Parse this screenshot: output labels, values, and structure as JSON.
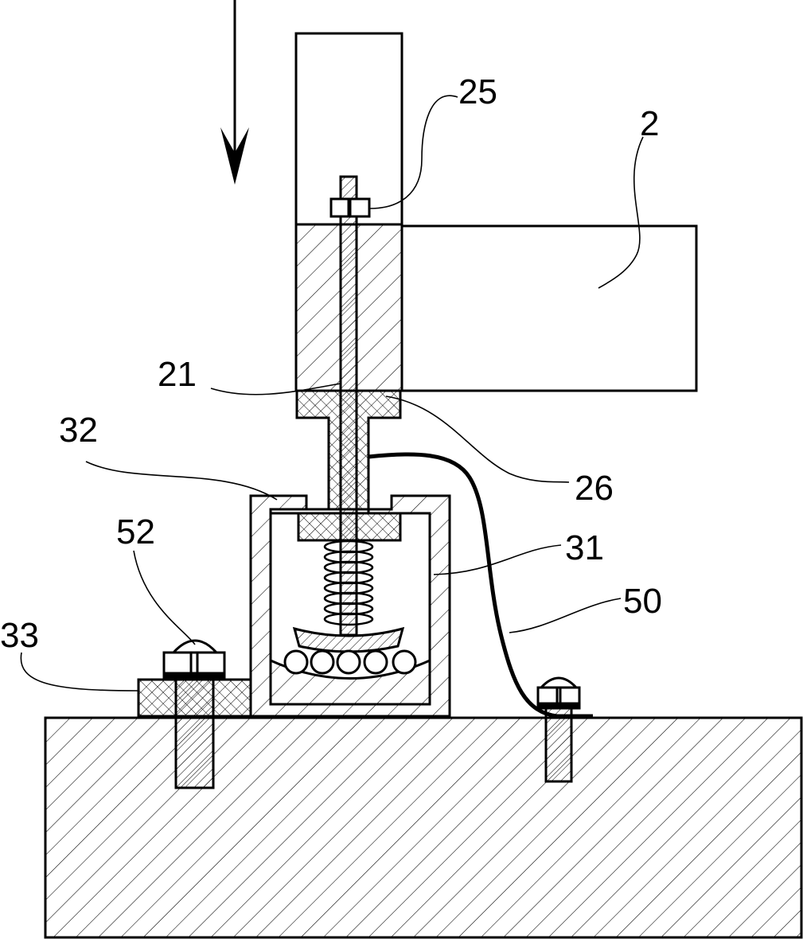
{
  "figure": {
    "labels": {
      "ref_25": "25",
      "ref_2": "2",
      "ref_21": "21",
      "ref_32": "32",
      "ref_26": "26",
      "ref_52": "52",
      "ref_31": "31",
      "ref_50": "50",
      "ref_33": "33"
    },
    "colors": {
      "line": "#000000",
      "background": "#ffffff"
    }
  }
}
